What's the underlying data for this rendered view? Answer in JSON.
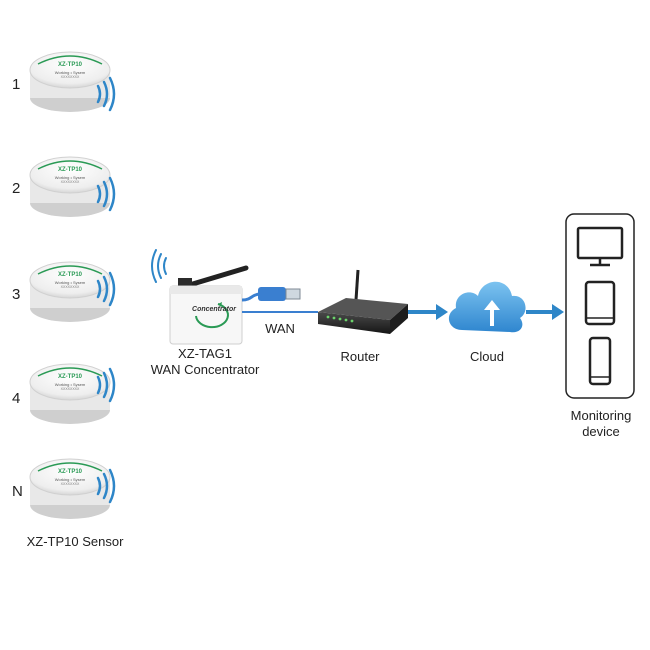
{
  "sensors": [
    {
      "num": "1",
      "model": "XZ-TP10",
      "sub": "Working • Sysem",
      "id": "XXXXXXXX"
    },
    {
      "num": "2",
      "model": "XZ-TP10",
      "sub": "Working • Sysem",
      "id": "XXXXXXXX"
    },
    {
      "num": "3",
      "model": "XZ-TP10",
      "sub": "Working • Sysem",
      "id": "XXXXXXXX"
    },
    {
      "num": "4",
      "model": "XZ-TP10",
      "sub": "Working • Sysem",
      "id": "XXXXXXXX"
    },
    {
      "num": "N",
      "model": "XZ-TP10",
      "sub": "Working • Sysem",
      "id": "XXXXXXXX"
    }
  ],
  "sensor_caption": "XZ-TP10 Sensor",
  "concentrator": {
    "device_text": "Concentrator",
    "label_line1": "XZ-TAG1",
    "label_line2": "WAN Concentrator"
  },
  "wan_label": "WAN",
  "router_label": "Router",
  "cloud_label": "Cloud",
  "monitoring": {
    "label_line1": "Monitoring",
    "label_line2": "device"
  },
  "colors": {
    "arrow": "#2e86c8",
    "wifi": "#2e86c8",
    "cloud": "#3a95d8",
    "sensor_body": "#f2f2f2",
    "sensor_accent": "#2a9a55",
    "router_body": "#2b2b2b",
    "cable": "#3a7fd0"
  }
}
